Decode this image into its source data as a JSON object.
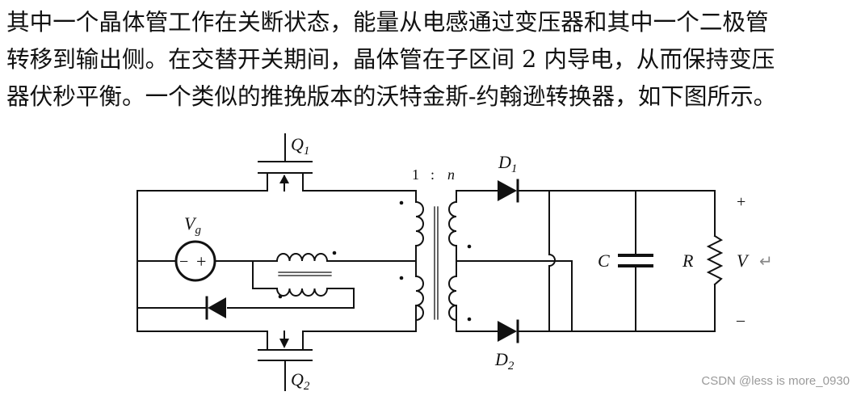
{
  "paragraph": {
    "lines": [
      "其中一个晶体管工作在关断状态，能量从电感通过变压器和其中一个二极管",
      "转移到输出侧。在交替开关期间，晶体管在子区间 2 内导电，从而保持变压",
      "器伏秒平衡。一个类似的推挽版本的沃特金斯-约翰逊转换器，如下图所示。"
    ]
  },
  "circuit": {
    "q1": {
      "letter": "Q",
      "sub": "1"
    },
    "q2": {
      "letter": "Q",
      "sub": "2"
    },
    "vg": {
      "letter": "V",
      "sub": "g",
      "minus": "−",
      "plus": "+"
    },
    "ratio": {
      "one": "1",
      "colon": ":",
      "n": "n"
    },
    "d1": {
      "letter": "D",
      "sub": "1"
    },
    "d2": {
      "letter": "D",
      "sub": "2"
    },
    "capacitor": "C",
    "resistor": "R",
    "output": {
      "plus": "+",
      "v": "V",
      "minus": "–",
      "return_glyph": "↵"
    }
  },
  "watermark": "CSDN @less is more_0930",
  "colors": {
    "ink": "#111111",
    "watermark": "#9a9a9a",
    "return_glyph": "#888888"
  }
}
